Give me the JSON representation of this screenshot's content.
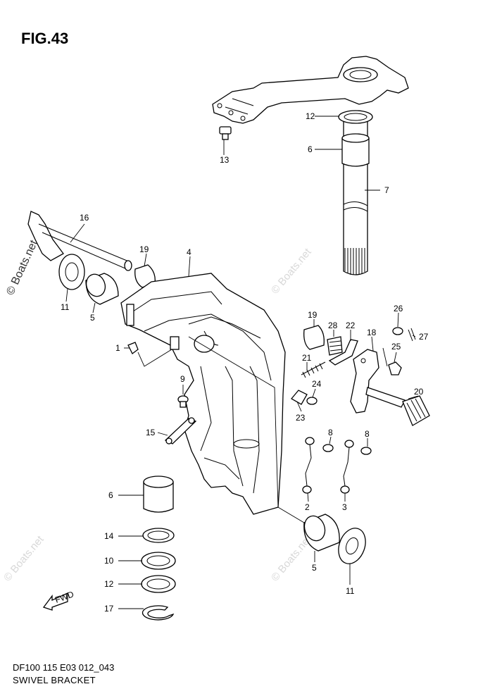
{
  "figure": {
    "title": "FIG.43",
    "model_code": "DF100 115 E03 012_043",
    "name": "SWIVEL BRACKET",
    "fwd_label": "FWD"
  },
  "watermarks": {
    "side": "© Boats.net",
    "faint": [
      "© Boats.net",
      "© Boats.net",
      "© Boats.net",
      "© Boats.net"
    ]
  },
  "callouts": [
    "1",
    "2",
    "3",
    "4",
    "5",
    "5",
    "6",
    "6",
    "7",
    "8",
    "8",
    "9",
    "10",
    "11",
    "11",
    "12",
    "12",
    "13",
    "14",
    "15",
    "16",
    "17",
    "18",
    "19",
    "19",
    "20",
    "21",
    "22",
    "23",
    "24",
    "25",
    "26",
    "27",
    "28"
  ]
}
